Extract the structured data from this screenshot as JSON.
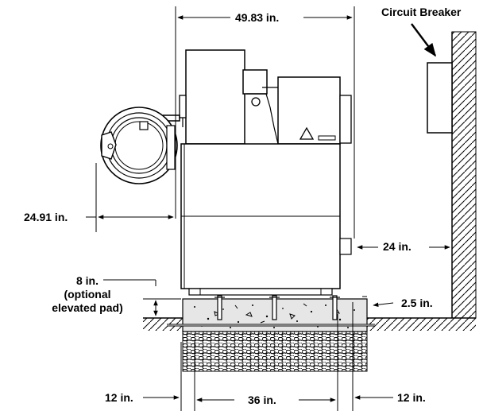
{
  "labels": {
    "top_width": "49.83 in.",
    "circuit_breaker": "Circuit Breaker",
    "door_clearance": "24.91 in.",
    "wall_clearance": "24 in.",
    "pad_height_line1": "8 in.",
    "pad_height_line2": "(optional",
    "pad_height_line3": "elevated pad)",
    "pad_overhang": "2.5 in.",
    "left_margin": "12 in.",
    "base_width": "36 in.",
    "right_margin": "12 in."
  },
  "colors": {
    "line": "#000000",
    "background": "#ffffff",
    "machine_fill": "#ffffff",
    "concrete_fill": "#e6e6e6"
  }
}
